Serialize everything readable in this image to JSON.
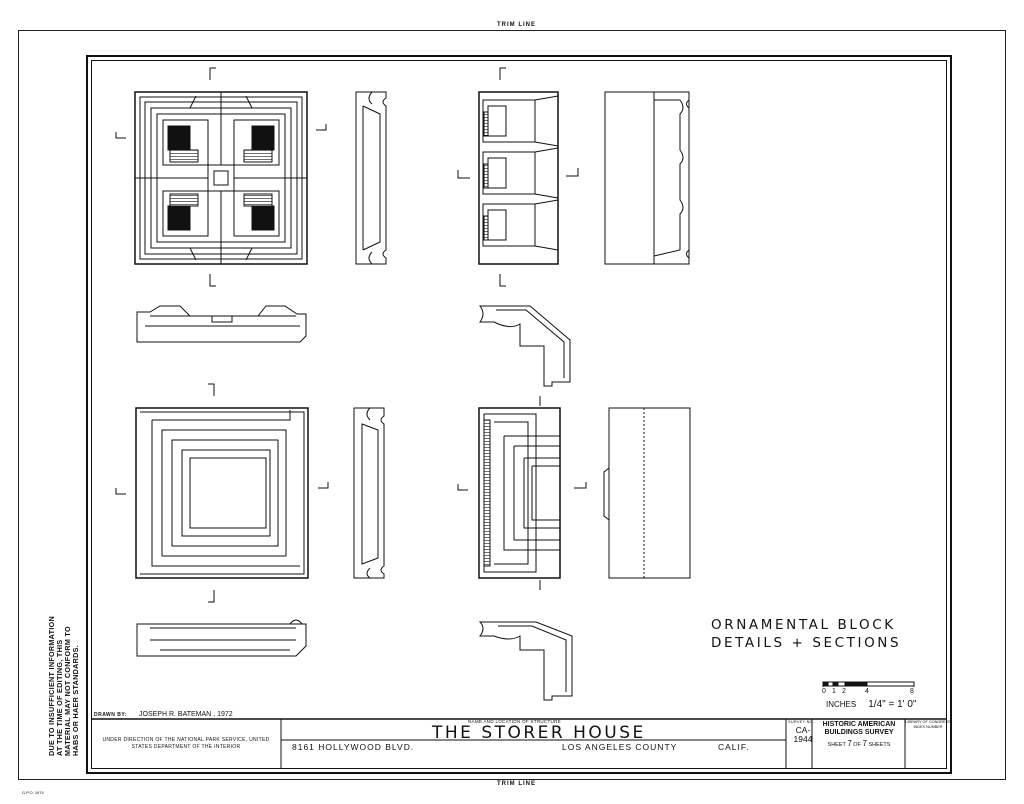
{
  "sheet": {
    "trim_top": "TRIM LINE",
    "trim_bottom": "TRIM LINE",
    "side_note": "DUE TO INSUFFICIENT INFORMATION AT THE TIME OF EDITING, THIS MATERIAL MAY NOT CONFORM TO HABS OR HAER STANDARDS.",
    "side_mark": "G.P.O. 1974"
  },
  "plate": {
    "title_line1": "ORNAMENTAL  BLOCK",
    "title_line2": "DETAILS + SECTIONS"
  },
  "scale": {
    "ticks": [
      "0",
      "1",
      "2",
      "4",
      "8"
    ],
    "units_label": "INCHES",
    "ratio": "1/4\" = 1' 0\""
  },
  "title_block": {
    "drawn_by_label": "DRAWN BY:",
    "drawn_by": "JOSEPH  R.  BATEMAN  ,  1972",
    "direction": "UNDER DIRECTION OF THE NATIONAL PARK SERVICE, UNITED STATES DEPARTMENT OF THE INTERIOR",
    "name_label": "NAME AND LOCATION OF STRUCTURE",
    "structure_name": "THE  STORER  HOUSE",
    "address": "8161  HOLLYWOOD  BLVD.",
    "county": "LOS ANGELES  COUNTY",
    "state": "CALIF.",
    "survey_label": "SURVEY NO.",
    "survey_no_1": "CA-",
    "survey_no_2": "1944",
    "agency_line1": "HISTORIC AMERICAN",
    "agency_line2": "BUILDINGS SURVEY",
    "sheet_word": "SHEET",
    "sheet_no": "7",
    "of_word": "OF",
    "sheet_total": "7",
    "sheets_word": "SHEETS",
    "library_note": "LIBRARY OF CONGRESS INDEX NUMBER"
  },
  "colors": {
    "ink": "#111111",
    "paper": "#ffffff"
  }
}
